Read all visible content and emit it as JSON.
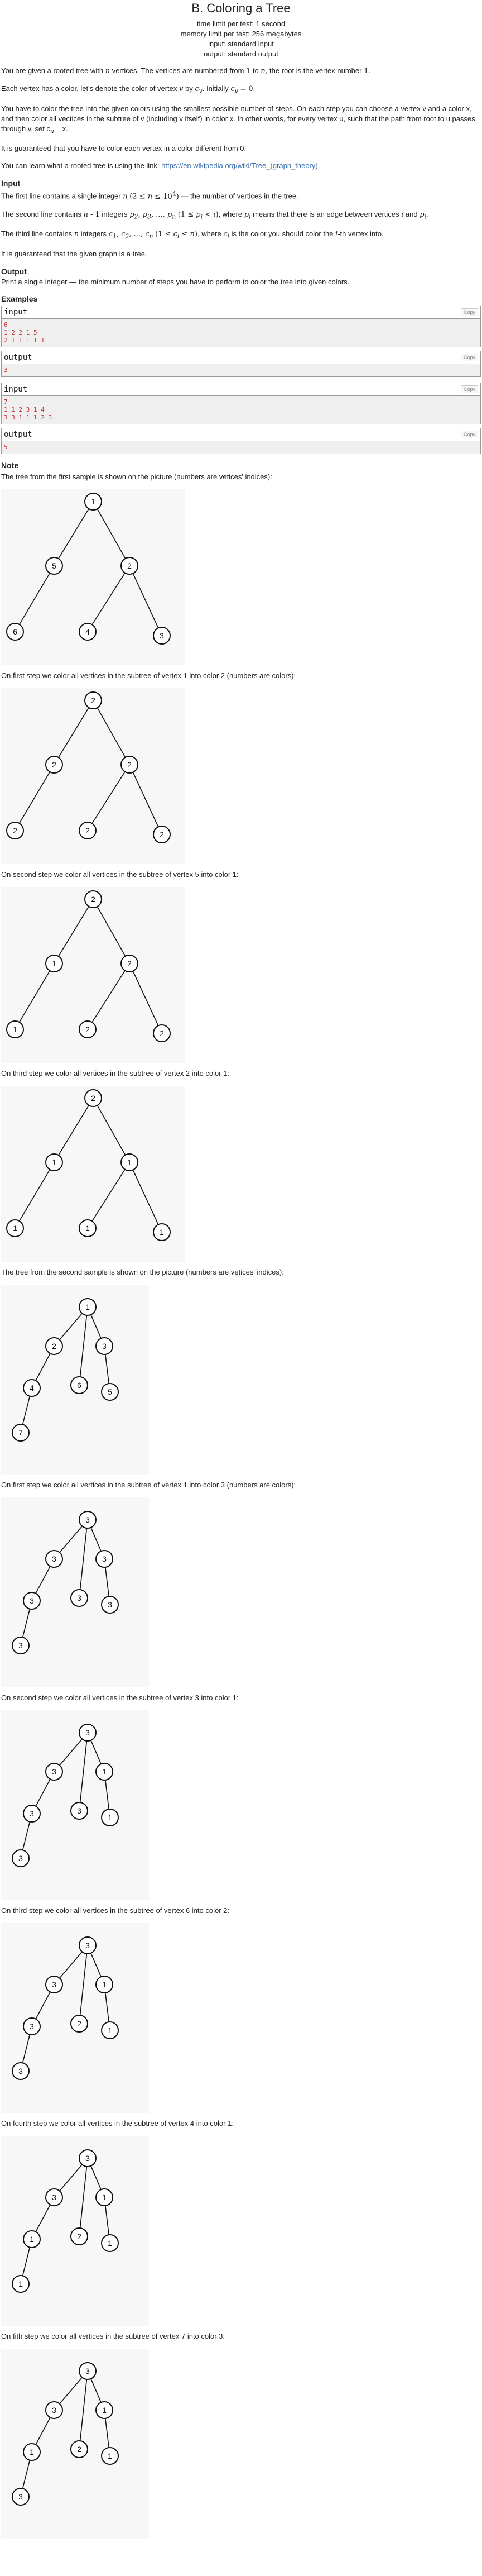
{
  "header": {
    "title": "B. Coloring a Tree",
    "time_limit": "time limit per test: 1 second",
    "memory_limit": "memory limit per test: 256 megabytes",
    "input": "input: standard input",
    "output": "output: standard output"
  },
  "statement": {
    "p1_a": "You are given a rooted tree with ",
    "p1_b": " vertices. The vertices are numbered from ",
    "p1_c": " to ",
    "p1_d": ", the root is the vertex number ",
    "p2_a": "Each vertex has a color, let's denote the color of vertex ",
    "p2_b": " by ",
    "p2_c": ". Initially ",
    "p3": "You have to color the tree into the given colors using the smallest possible number of steps. On each step you can choose a vertex v and a color x, and then color all vectices in the subtree of v (including v itself) in color x. In other words, for every vertex u, such that the path from root to u passes through v, set c",
    "p3_tail": " = x.",
    "p4": "It is guaranteed that you have to color each vertex in a color different from 0.",
    "p5_a": "You can learn what a rooted tree is using the link: ",
    "p5_link": "https://en.wikipedia.org/wiki/Tree_(graph_theory)",
    "p5_b": "."
  },
  "input_section": {
    "title": "Input",
    "l1_a": "The first line contains a single integer ",
    "l1_b": " — the number of vertices in the tree.",
    "l2_a": "The second line contains ",
    "l2_b": " integers ",
    "l2_c": ", where ",
    "l2_d": " means that there is an edge between vertices ",
    "l2_e": " and ",
    "l3_a": "The third line contains ",
    "l3_b": " integers ",
    "l3_c": ", where ",
    "l3_d": " is the color you should color the ",
    "l3_e": "-th vertex into.",
    "l4": "It is guaranteed that the given graph is a tree."
  },
  "output_section": {
    "title": "Output",
    "text": "Print a single integer — the minimum number of steps you have to perform to color the tree into given colors."
  },
  "examples": {
    "title": "Examples",
    "input_label": "input",
    "output_label": "output",
    "copy_label": "Copy",
    "ex1_input": "6\n1 2 2 1 5\n2 1 1 1 1 1",
    "ex1_output": "3",
    "ex2_input": "7\n1 1 2 3 1 4\n3 3 1 1 1 2 3",
    "ex2_output": "5"
  },
  "note": {
    "title": "Note",
    "n1": "The tree from the first sample is shown on the picture (numbers are vetices' indices):",
    "n2": "On first step we color all vertices in the subtree of vertex 1 into color 2 (numbers are colors):",
    "n3": "On second step we color all vertices in the subtree of vertex 5 into color 1:",
    "n4": "On third step we color all vertices in the subtree of vertex 2 into color 1:",
    "n5": "The tree from the second sample is shown on the picture (numbers are vetices' indices):",
    "n6": "On first step we color all vertices in the subtree of vertex 1 into color 3 (numbers are colors):",
    "n7": "On second step we color all vertices in the subtree of vertex 3 into color 1:",
    "n8": "On third step we color all vertices in the subtree of vertex 6 into color 2:",
    "n9": "On fourth step we color all vertices in the subtree of vertex 4 into color 1:",
    "n10": "On fith step we color all vertices in the subtree of vertex 7 into color 3:"
  },
  "trees": {
    "t1": [
      "1",
      "5",
      "2",
      "6",
      "4",
      "3"
    ],
    "t2": [
      "2",
      "2",
      "2",
      "2",
      "2",
      "2"
    ],
    "t3": [
      "2",
      "1",
      "2",
      "1",
      "2",
      "2"
    ],
    "t4": [
      "2",
      "1",
      "1",
      "1",
      "1",
      "1"
    ],
    "t5": [
      "1",
      "2",
      "3",
      "4",
      "6",
      "5",
      "7"
    ],
    "t6": [
      "3",
      "3",
      "3",
      "3",
      "3",
      "3",
      "3"
    ],
    "t7": [
      "3",
      "3",
      "1",
      "3",
      "3",
      "1",
      "3"
    ],
    "t8": [
      "3",
      "3",
      "1",
      "3",
      "2",
      "1",
      "3"
    ],
    "t9": [
      "3",
      "3",
      "1",
      "1",
      "2",
      "1",
      "1"
    ],
    "t10": [
      "3",
      "3",
      "1",
      "1",
      "2",
      "1",
      "3"
    ]
  }
}
